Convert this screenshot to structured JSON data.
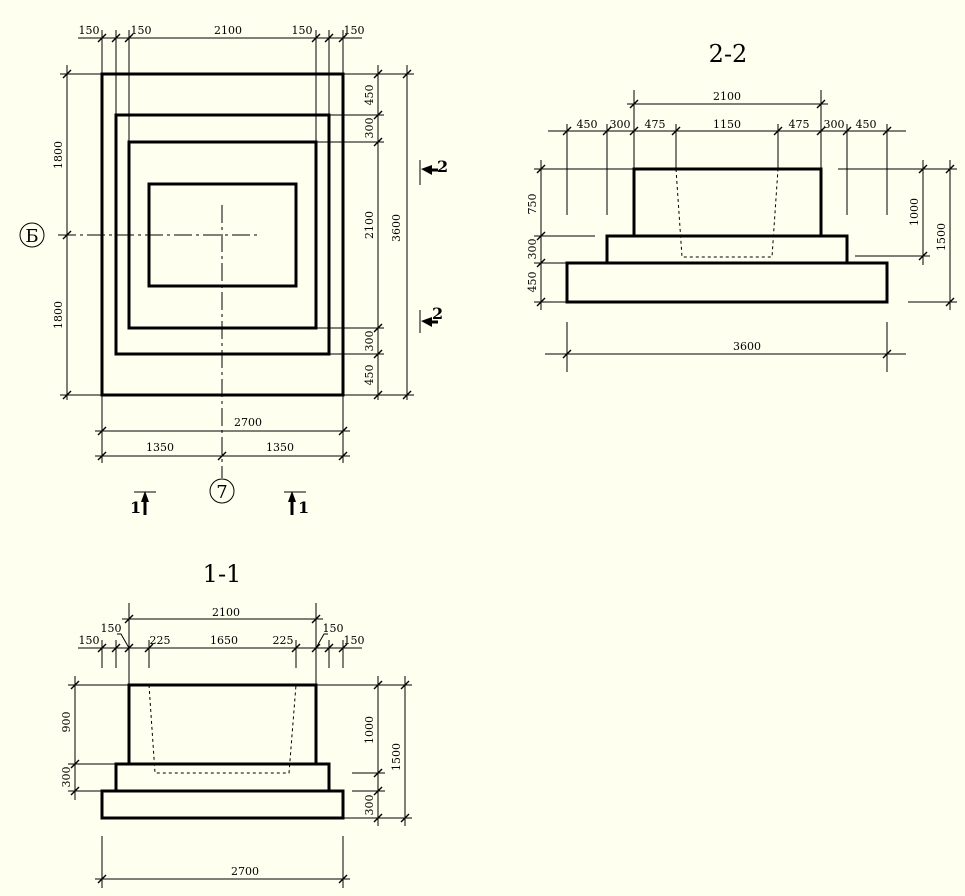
{
  "titles": {
    "section_2": "2-2",
    "section_1": "1-1"
  },
  "section_marks": {
    "two": "2",
    "one": "1"
  },
  "axis_labels": {
    "row": "Б",
    "column": "7"
  },
  "plan": {
    "top_dims": [
      "150",
      "150",
      "2100",
      "150",
      "150"
    ],
    "left_dims": [
      "1800",
      "1800"
    ],
    "right_dims": [
      "450",
      "300",
      "2100",
      "300",
      "450"
    ],
    "right_total": "3600",
    "bottom_total": "2700",
    "bottom_halves": [
      "1350",
      "1350"
    ]
  },
  "section22": {
    "top_total": "2100",
    "top_dims": [
      "450",
      "300",
      "475",
      "1150",
      "475",
      "300",
      "450"
    ],
    "left_dims": [
      "750",
      "300",
      "450"
    ],
    "right_dims": [
      "1000",
      "1500"
    ],
    "bottom_total": "3600"
  },
  "section11": {
    "top_total": "2100",
    "top_dims": [
      "150",
      "150",
      "225",
      "1650",
      "225",
      "150",
      "150"
    ],
    "left_dims": [
      "900",
      "300"
    ],
    "right_dims": [
      "1000",
      "1500",
      "300"
    ],
    "bottom_total": "2700"
  }
}
